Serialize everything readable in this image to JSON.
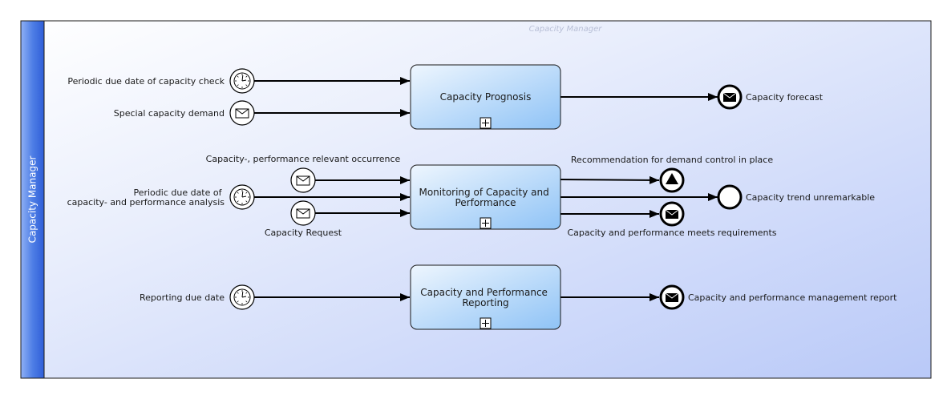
{
  "pool": {
    "lane_label": "Capacity Manager",
    "watermark": "Capacity Manager"
  },
  "tasks": {
    "prognosis": {
      "lines": [
        "Capacity Prognosis"
      ]
    },
    "monitoring": {
      "lines": [
        "Monitoring of Capacity and",
        "Performance"
      ]
    },
    "reporting": {
      "lines": [
        "Capacity and Performance",
        "Reporting"
      ]
    }
  },
  "start_events": {
    "periodic_capacity_check": {
      "type": "timer",
      "lines": [
        "Periodic due date of capacity check"
      ]
    },
    "special_capacity_demand": {
      "type": "message",
      "lines": [
        "Special capacity demand"
      ]
    },
    "performance_occurrence": {
      "type": "message",
      "lines": [
        "Capacity-, performance relevant occurrence"
      ]
    },
    "periodic_analysis": {
      "type": "timer",
      "lines": [
        "Periodic due date of",
        "capacity- and performance analysis"
      ]
    },
    "capacity_request": {
      "type": "message",
      "lines": [
        "Capacity Request"
      ]
    },
    "reporting_due_date": {
      "type": "timer",
      "lines": [
        "Reporting due date"
      ]
    }
  },
  "end_events": {
    "capacity_forecast": {
      "type": "message",
      "lines": [
        "Capacity forecast"
      ]
    },
    "demand_control": {
      "type": "signal",
      "lines": [
        "Recommendation for demand control in place"
      ]
    },
    "trend_unremarkable": {
      "type": "none",
      "lines": [
        "Capacity trend unremarkable"
      ]
    },
    "meets_requirements": {
      "type": "message",
      "lines": [
        "Capacity and performance meets requirements"
      ]
    },
    "management_report": {
      "type": "message",
      "lines": [
        "Capacity and performance management report"
      ]
    }
  },
  "colors": {
    "lane_header": "#3f6fe0",
    "pool_bg_start": "#ffffff",
    "pool_bg_end": "#b8c8f8",
    "task_fill_start": "#e6f2fd",
    "task_fill_end": "#9ccaf7",
    "stroke": "#000000"
  }
}
